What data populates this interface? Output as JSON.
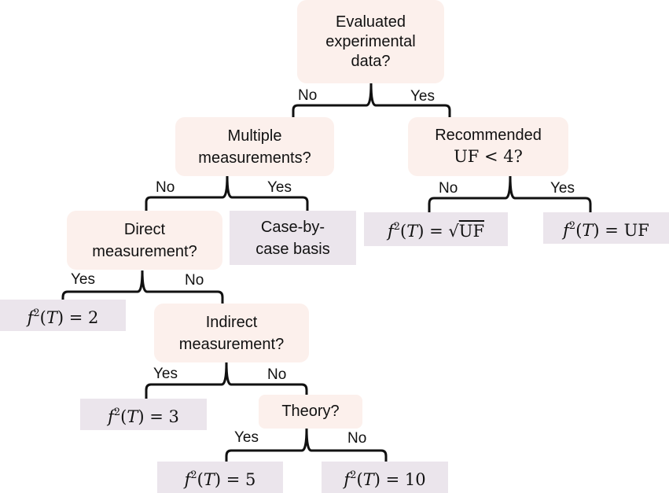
{
  "nodes": {
    "q_evaluated": "Evaluated experimental data?",
    "q_evaluated_lines": [
      "Evaluated",
      "experimental",
      "data?"
    ],
    "q_multiple_lines": [
      "Multiple",
      "measurements?"
    ],
    "q_recommended_lines": [
      "Recommended",
      "UF < 4?"
    ],
    "q_direct_lines": [
      "Direct",
      "measurement?"
    ],
    "q_indirect_lines": [
      "Indirect",
      "measurement?"
    ],
    "q_theory": "Theory?",
    "leaf_case_lines": [
      "Case-by-",
      "case basis"
    ],
    "leaf_sqrt_uf": {
      "lhs": "f",
      "exp": "2",
      "arg": "T",
      "rhs_prefix": "√",
      "rhs": "UF"
    },
    "leaf_uf": {
      "lhs": "f",
      "exp": "2",
      "arg": "T",
      "rhs": "UF"
    },
    "leaf_2": {
      "lhs": "f",
      "exp": "2",
      "arg": "T",
      "rhs": "2"
    },
    "leaf_3": {
      "lhs": "f",
      "exp": "2",
      "arg": "T",
      "rhs": "3"
    },
    "leaf_5": {
      "lhs": "f",
      "exp": "2",
      "arg": "T",
      "rhs": "5"
    },
    "leaf_10": {
      "lhs": "f",
      "exp": "2",
      "arg": "T",
      "rhs": "10"
    }
  },
  "edges": {
    "yes": "Yes",
    "no": "No"
  },
  "colors": {
    "question_fill": "#fcf0ec",
    "leaf_fill": "#ebe5ec",
    "line": "#111111"
  }
}
